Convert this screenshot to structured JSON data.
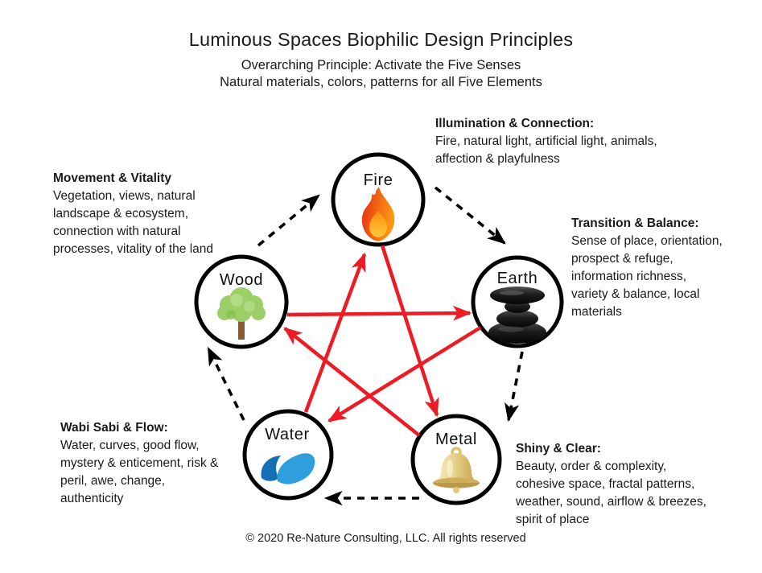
{
  "header": {
    "title": "Luminous Spaces Biophilic Design Principles",
    "subtitle1": "Overarching Principle: Activate the Five Senses",
    "subtitle2": "Natural materials, colors, patterns for all Five Elements"
  },
  "nodes": {
    "fire": {
      "label": "Fire",
      "icon": "flame-icon"
    },
    "earth": {
      "label": "Earth",
      "icon": "zen-stones-icon"
    },
    "metal": {
      "label": "Metal",
      "icon": "bell-icon"
    },
    "water": {
      "label": "Water",
      "icon": "wave-icon"
    },
    "wood": {
      "label": "Wood",
      "icon": "tree-icon"
    }
  },
  "principles": {
    "illumination": {
      "element": "Fire",
      "heading": "Illumination & Connection:",
      "body": "Fire, natural light, artificial light, animals, affection & playfulness"
    },
    "transition": {
      "element": "Earth",
      "heading": "Transition & Balance:",
      "body": "Sense of place, orientation, prospect & refuge, information richness, variety & balance, local materials"
    },
    "shiny": {
      "element": "Metal",
      "heading": "Shiny & Clear:",
      "body": "Beauty, order & complexity, cohesive space, fractal patterns, weather, sound, airflow & breezes, spirit of place"
    },
    "wabi_sabi": {
      "element": "Water",
      "heading": "Wabi Sabi & Flow:",
      "body": "Water, curves, good flow, mystery & enticement, risk & peril, awe, change, authenticity"
    },
    "movement": {
      "element": "Wood",
      "heading": "Movement & Vitality",
      "body": "Vegetation, views, natural landscape & ecosystem, connection with natural processes, vitality of the land"
    }
  },
  "cycles": {
    "solid_red_arrows": [
      "Water → Fire",
      "Fire → Metal",
      "Metal → Wood",
      "Wood → Earth",
      "Earth → Water"
    ],
    "dashed_black_arrows": [
      "Wood → Fire",
      "Fire → Earth",
      "Earth → Metal",
      "Metal → Water",
      "Water → Wood"
    ]
  },
  "colors": {
    "background": "#ffffff",
    "text": "#1a1a1a",
    "red_arrow": "#ed1c24",
    "black_arrow": "#000000",
    "circle_outline": "#000000"
  },
  "footer": "© 2020 Re-Nature Consulting, LLC. All rights reserved"
}
